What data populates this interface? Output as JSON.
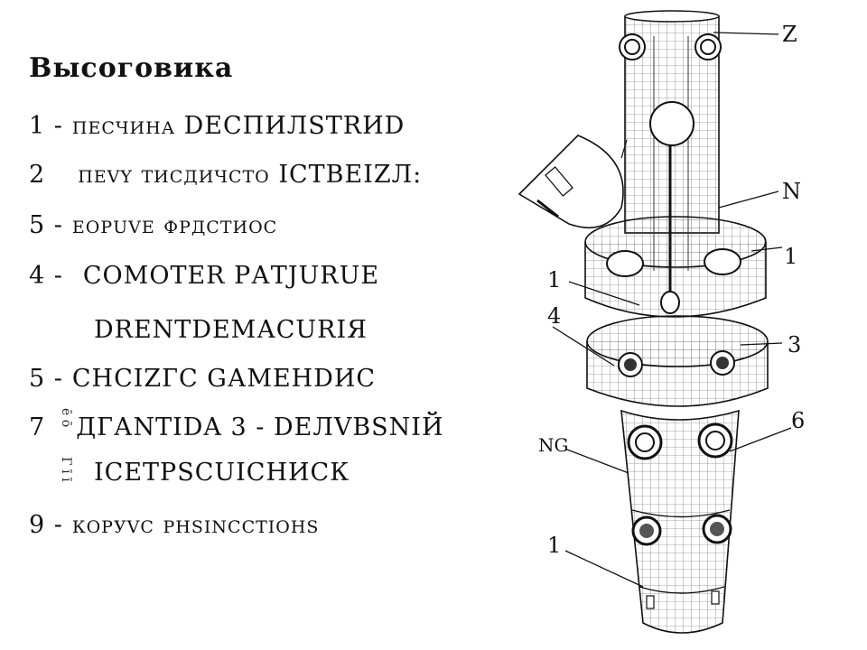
{
  "legend": {
    "title": "Высоговика",
    "items": [
      {
        "num": "1 -",
        "text": "песчина DЕСПИЛSTRИD"
      },
      {
        "num": "2",
        "text": "пеvy тисдичсто ICТВЕIZЛ:"
      },
      {
        "num": "5 -",
        "text": "еорuvе фрдстиос"
      },
      {
        "num": "4 -",
        "text": "CОМОТЕR РАТJURUE"
      },
      {
        "num": "",
        "text": "DRENTDЕМАСURIЯ"
      },
      {
        "num": "5 -",
        "text": "СНСІZГС GАМЕНDИС"
      },
      {
        "num": "7",
        "text": "ДГАNТIDA 3 - DЕЛVВSNIЙ"
      },
      {
        "num": "",
        "text": "ІСЕТРSCUICHИСК"
      },
      {
        "num": "9 -",
        "text": "коруvс рнsinсстіонs"
      }
    ],
    "side_marks": [
      "ē ō",
      "Γ ī ī"
    ]
  },
  "callouts": [
    {
      "id": "z",
      "label": "Z"
    },
    {
      "id": "n",
      "label": "N"
    },
    {
      "id": "1a",
      "label": "1"
    },
    {
      "id": "1b",
      "label": "1"
    },
    {
      "id": "4",
      "label": "4"
    },
    {
      "id": "3",
      "label": "3"
    },
    {
      "id": "6",
      "label": "6"
    },
    {
      "id": "ng",
      "label": "NG"
    },
    {
      "id": "1c",
      "label": "1"
    }
  ],
  "colors": {
    "ink": "#111111",
    "grid": "#555555",
    "paper": "#ffffff"
  }
}
